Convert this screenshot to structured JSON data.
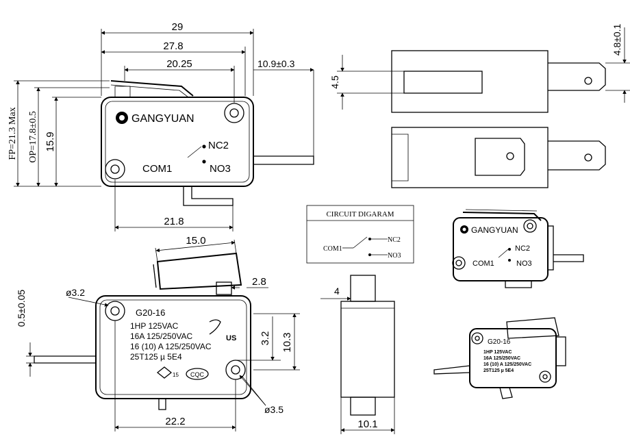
{
  "brand": "GANGYUAN",
  "top_view": {
    "dim_29": "29",
    "dim_27_8": "27.8",
    "dim_20_25": "20.25",
    "dim_10_9": "10.9±0.3",
    "dim_fp": "FP=21.3 Max",
    "dim_op": "OP=17.8±0.5",
    "dim_15_9": "15.9",
    "dim_21_8": "21.8",
    "label_nc": "NC2",
    "label_com": "COM1",
    "label_no": "NO3"
  },
  "side_view": {
    "dim_4_5": "4.5",
    "dim_4_8": "4.8±0.1"
  },
  "circuit": {
    "title": "CIRCUIT DIGARAM",
    "com": "COM1",
    "nc": "NC2",
    "no": "NO3"
  },
  "photo_top": {
    "brand": "GANGYUAN",
    "nc": "NC2",
    "com": "COM1",
    "no": "NO3"
  },
  "bottom_view": {
    "dim_15_0": "15.0",
    "dim_2_8": "2.8",
    "dim_hole_small": "ø3.2",
    "dim_hole_large": "ø3.5",
    "dim_0_5": "0.5±0.05",
    "dim_3_2": "3.2",
    "dim_10_3": "10.3",
    "dim_22_2": "22.2",
    "model": "G20-16",
    "rating_1": "1HP 125VAC",
    "rating_2": "16A 125/250VAC",
    "rating_3": "16 (10) A 125/250VAC",
    "rating_4": "25T125 µ 5E4",
    "mark_15": "15",
    "mark_cqc": "CQC",
    "mark_ul": "US"
  },
  "end_view": {
    "dim_4": "4",
    "dim_10_1": "10.1"
  },
  "photo_bottom": {
    "model": "G20-16",
    "rating_1": "1HP 125VAC",
    "rating_2": "16A 125/250VAC",
    "rating_3": "16 (10) A 125/250VAC",
    "rating_4": "25T125 µ 5E4"
  }
}
